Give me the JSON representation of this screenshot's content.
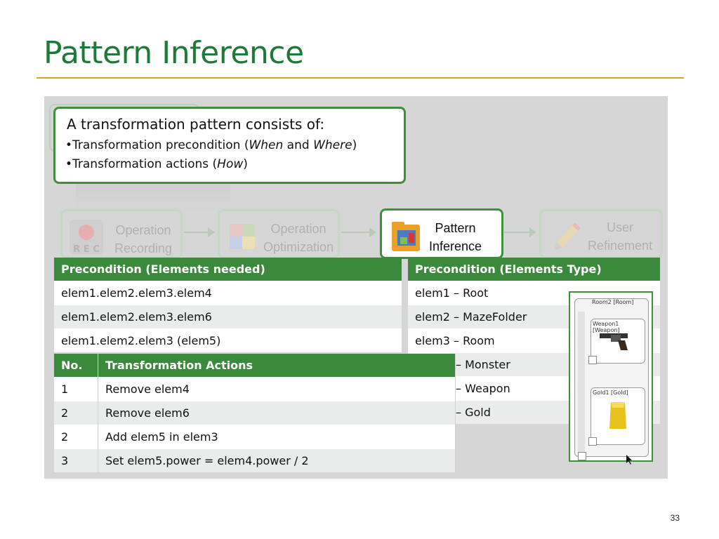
{
  "slide": {
    "title": "Pattern Inference",
    "page_number": "33"
  },
  "callout": {
    "heading": "A transformation pattern consists of:",
    "bullets": [
      {
        "pre": "Transformation precondition (",
        "em1": "When",
        "mid": " and ",
        "em2": "Where",
        "post": ")"
      },
      {
        "pre": "Transformation actions (",
        "em1": "How",
        "post": ")"
      }
    ]
  },
  "pipeline": [
    {
      "line1": "Operation",
      "line2": "Recording",
      "icon": "record-icon",
      "rec_text": "R E C",
      "active": false
    },
    {
      "line1": "Operation",
      "line2": "Optimization",
      "icon": "puzzle-icon",
      "active": false
    },
    {
      "line1": "Pattern",
      "line2": "Inference",
      "icon": "folder-icon",
      "active": true
    },
    {
      "line1": "User",
      "line2": "Refinement",
      "icon": "pencil-icon",
      "active": false
    }
  ],
  "precondition_needed": {
    "header": "Precondition (Elements needed)",
    "rows": [
      "elem1.elem2.elem3.elem4",
      "elem1.elem2.elem3.elem6",
      "elem1.elem2.elem3 (elem5)"
    ]
  },
  "precondition_type": {
    "header": "Precondition (Elements Type)",
    "rows": [
      "elem1 – Root",
      "elem2 – MazeFolder",
      "elem3 – Room",
      "– Monster",
      "– Weapon",
      "– Gold"
    ]
  },
  "actions": {
    "headers": [
      "No.",
      "Transformation Actions"
    ],
    "rows": [
      [
        "1",
        "Remove elem4"
      ],
      [
        "2",
        "Remove elem6"
      ],
      [
        "2",
        "Add elem5 in elem3"
      ],
      [
        "3",
        "Set elem5.power = elem4.power / 2"
      ]
    ]
  },
  "model_popup": {
    "room_label": "Room2 [Room]",
    "items": [
      {
        "label": "Weapon1 [Weapon]",
        "icon": "revolver-icon"
      },
      {
        "label": "Gold1 [Gold]",
        "icon": "gold-bar-icon"
      }
    ]
  },
  "colors": {
    "title": "#1f7a3a",
    "rule": "#d4a32a",
    "header": "#3b8a3b",
    "panel": "#d6d6d6"
  }
}
